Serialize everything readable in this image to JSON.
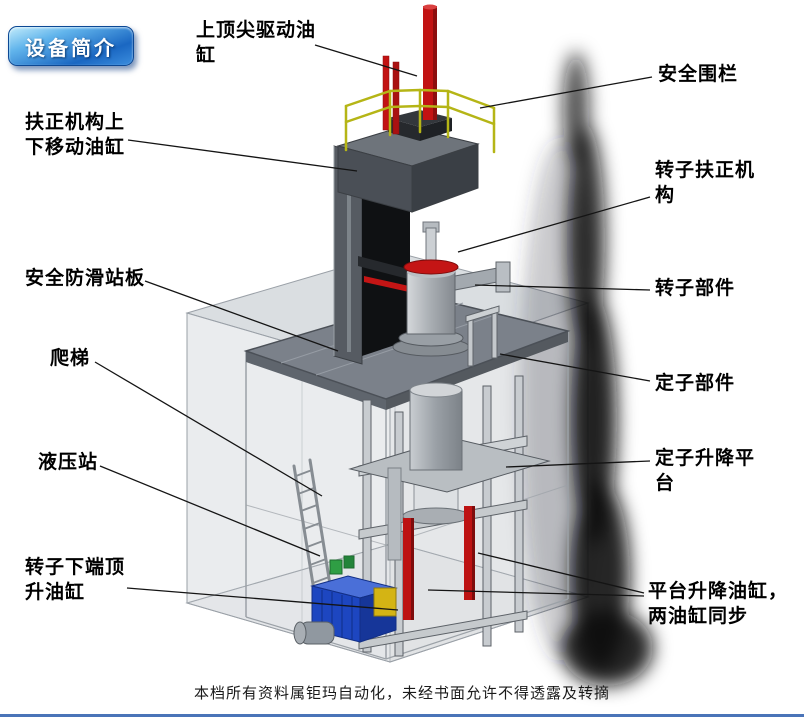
{
  "badge": {
    "label": "设备简介"
  },
  "labels": {
    "top_cylinder": "上顶尖驱动油\n缸",
    "safety_fence": "安全围栏",
    "centering_cylinder": "扶正机构上\n下移动油缸",
    "rotor_centering": "转子扶正机\n构",
    "antislip_plate": "安全防滑站板",
    "rotor_part": "转子部件",
    "ladder": "爬梯",
    "stator_part": "定子部件",
    "hydraulic_station": "液压站",
    "stator_platform": "定子升降平\n台",
    "rotor_jack": "转子下端顶\n升油缸",
    "platform_cylinders": "平台升降油缸，\n两油缸同步"
  },
  "footer": {
    "text": "本档所有资料属钜玛自动化，未经书面允许不得透露及转摘"
  },
  "colors": {
    "cylinder_red": "#c21313",
    "railing_yellow": "#b5b516",
    "hydraulic_blue": "#1d46c0",
    "badge_blue": "#1a67c2",
    "platform_gray": "#7b818a"
  }
}
